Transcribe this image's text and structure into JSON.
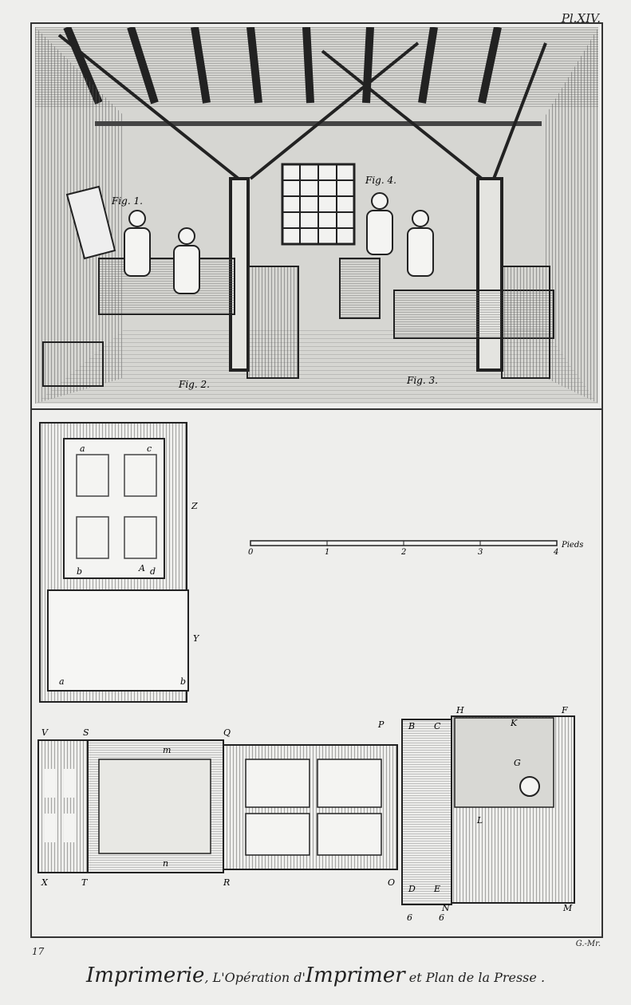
{
  "plate_number": "Pl.XIV.",
  "figure_labels": {
    "fig1": "Fig. 1.",
    "fig2": "Fig. 2.",
    "fig3": "Fig. 3.",
    "fig4": "Fig. 4."
  },
  "scale": {
    "unit": "Pieds",
    "ticks": [
      "0",
      "1",
      "2",
      "3",
      "4"
    ]
  },
  "plan_letters": {
    "z": "Z",
    "y": "Y",
    "a": "a",
    "b": "b",
    "c": "c",
    "d": "d",
    "g": "g",
    "h": "h",
    "A": "A",
    "v": "V",
    "s": "S",
    "q": "Q",
    "x": "X",
    "t": "T",
    "r": "R",
    "o": "O",
    "m": "m",
    "n": "n",
    "p": "P",
    "B": "B",
    "C": "C",
    "H": "H",
    "F": "F",
    "K": "K",
    "G": "G",
    "L": "L",
    "D": "D",
    "E": "E",
    "N": "N",
    "M": "M",
    "six": "6"
  },
  "sheet_number": "17",
  "signature": "G.-Mr.",
  "caption": {
    "part1": "Imprimerie",
    "part2": ", L'Opération d'",
    "part3": "Imprimer",
    "part4": " et Plan de la Presse ."
  }
}
